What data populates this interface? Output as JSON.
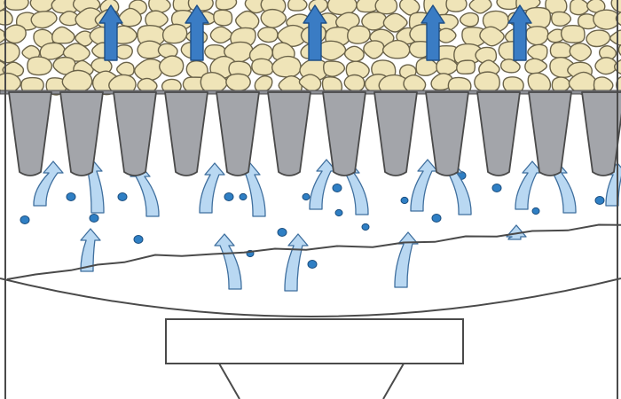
{
  "colors": {
    "background": "#ffffff",
    "outline": "#4a4a4a",
    "particle_fill": "#efe4b8",
    "particle_stroke": "#6b6349",
    "nozzle_fill": "#a3a5aa",
    "nozzle_band": "#8d8f95",
    "up_arrow_fill": "#3a7cc4",
    "up_arrow_stroke": "#1f4f86",
    "flow_arrow_fill": "#b9d8f2",
    "flow_arrow_stroke": "#3f6f9e",
    "bubble_fill": "#2f7fc4",
    "bubble_stroke": "#1c4f80"
  },
  "parts": {
    "particle_bed": {
      "icon": "granular-particles"
    },
    "upflow_arrows": {
      "icon": "solid-up-arrow",
      "count": 5
    },
    "nozzle_plate": {
      "icon": "tapered-nozzle",
      "count": 12
    },
    "flow_arrows": {
      "icon": "curved-up-arrow"
    },
    "gas_bubbles": {
      "icon": "small-bubble"
    },
    "liquid_surface": {
      "icon": "wavy-line"
    },
    "vessel_bottom": {
      "icon": "curved-basin"
    },
    "base_block": {
      "icon": "rectangle-block"
    },
    "support_cone": {
      "icon": "funnel"
    }
  }
}
